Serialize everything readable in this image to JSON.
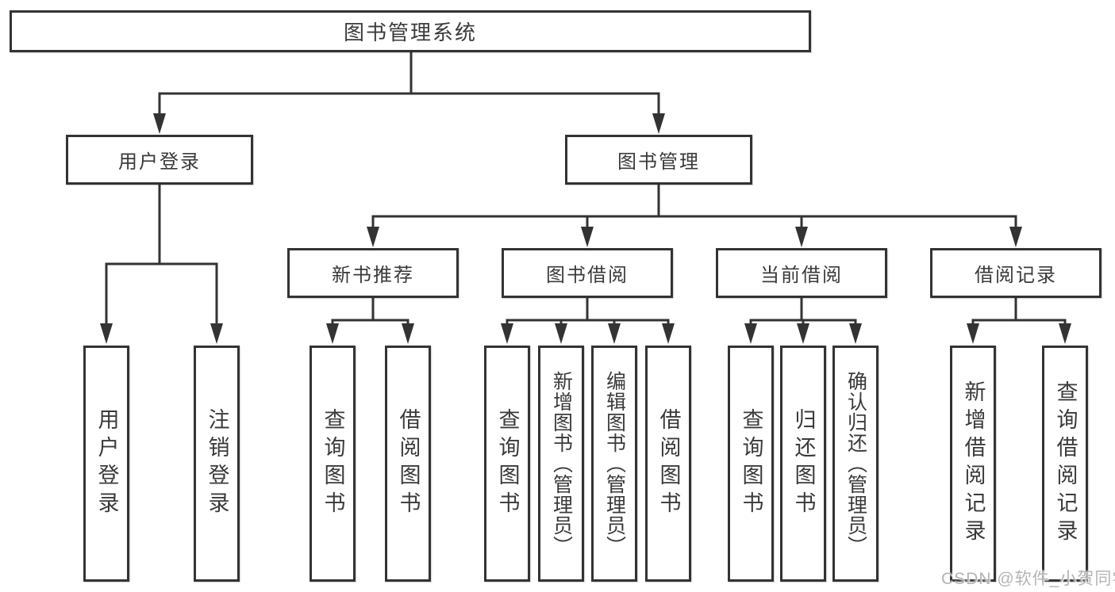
{
  "diagram": {
    "colors": {
      "line": "#333333",
      "box_border": "#333333",
      "box_fill": "#ffffff",
      "text": "#3a3a3a",
      "watermark": "#b4b4b4",
      "background": "#ffffff"
    },
    "root": {
      "label": "图书管理系统"
    },
    "level1": [
      {
        "label": "用户登录"
      },
      {
        "label": "图书管理"
      }
    ],
    "level2": [
      {
        "parent": "图书管理",
        "label": "新书推荐"
      },
      {
        "parent": "图书管理",
        "label": "图书借阅"
      },
      {
        "parent": "图书管理",
        "label": "当前借阅"
      },
      {
        "parent": "图书管理",
        "label": "借阅记录"
      }
    ],
    "leaves": [
      {
        "parent": "用户登录",
        "label": "用户登录"
      },
      {
        "parent": "用户登录",
        "label": "注销登录"
      },
      {
        "parent": "新书推荐",
        "label": "查询图书"
      },
      {
        "parent": "新书推荐",
        "label": "借阅图书"
      },
      {
        "parent": "图书借阅",
        "label": "查询图书"
      },
      {
        "parent": "图书借阅",
        "label": "新增图书（管理员）"
      },
      {
        "parent": "图书借阅",
        "label": "编辑图书（管理员）"
      },
      {
        "parent": "图书借阅",
        "label": "借阅图书"
      },
      {
        "parent": "当前借阅",
        "label": "查询图书"
      },
      {
        "parent": "当前借阅",
        "label": "归还图书"
      },
      {
        "parent": "当前借阅",
        "label": "确认归还（管理员）"
      },
      {
        "parent": "借阅记录",
        "label": "新增借阅记录"
      },
      {
        "parent": "借阅记录",
        "label": "查询借阅记录"
      }
    ],
    "watermark": "CSDN @软件_小贺同学"
  }
}
